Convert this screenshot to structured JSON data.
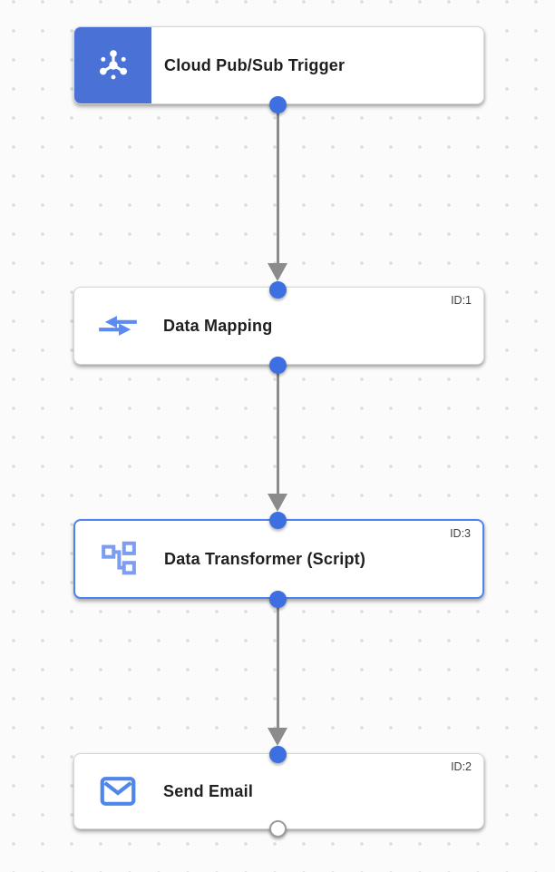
{
  "canvas": {
    "description": "integration workflow editor canvas with dot grid",
    "grid_dot_color": "#d9d9d9",
    "background_color": "#fbfbfb"
  },
  "colors": {
    "trigger_tile_blue": "#4a71d6",
    "port_blue": "#3e6fe1",
    "selected_border_blue": "#4e83ee",
    "edge_gray": "#8b8b8b",
    "icon_blue": "#5c8bf0",
    "node_border_gray": "#d6d6d6",
    "title_black": "#1f1f1f",
    "id_label_gray": "#3c4043"
  },
  "nodes": [
    {
      "title": "Cloud Pub/Sub Trigger",
      "type": "trigger",
      "icon": "pubsub-icon",
      "id_label": ""
    },
    {
      "title": "Data Mapping",
      "type": "task",
      "icon": "data-mapping-icon",
      "id_label": "ID:1"
    },
    {
      "title": "Data Transformer (Script)",
      "type": "task",
      "icon": "data-transformer-icon",
      "id_label": "ID:3",
      "selected": true
    },
    {
      "title": "Send Email",
      "type": "task",
      "icon": "email-icon",
      "id_label": "ID:2"
    }
  ],
  "edges": [
    {
      "from": "Cloud Pub/Sub Trigger",
      "to": "Data Mapping"
    },
    {
      "from": "Data Mapping",
      "to": "Data Transformer (Script)"
    },
    {
      "from": "Data Transformer (Script)",
      "to": "Send Email"
    }
  ]
}
